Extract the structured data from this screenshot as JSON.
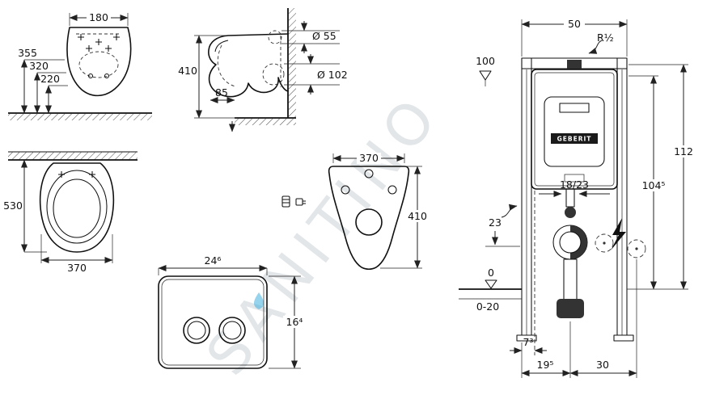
{
  "watermark": {
    "text": "SANITINO"
  },
  "front_view": {
    "width": "180",
    "height_total": "355",
    "height_mid": "320",
    "height_rim": "220"
  },
  "side_view": {
    "height": "410",
    "outlet_offset": "85",
    "inlet_dia": "Ø 55",
    "outlet_dia": "Ø 102"
  },
  "top_view": {
    "depth": "530",
    "width": "370"
  },
  "gasket_view": {
    "width": "370",
    "height": "410"
  },
  "plate_view": {
    "width": "24⁶",
    "height": "16⁴"
  },
  "frame_view": {
    "width": "50",
    "supply_thread": "R½",
    "top_offset": "100",
    "total_height": "112",
    "cistern_height": "104⁵",
    "outlet_dims": "18/23",
    "side_dim": "23",
    "floor_datum": "0",
    "floor_range": "0-20",
    "foot_dim": "7³",
    "outlet_depth": "19⁵",
    "anchor_depth": "30",
    "brand": "GEBERIT"
  }
}
